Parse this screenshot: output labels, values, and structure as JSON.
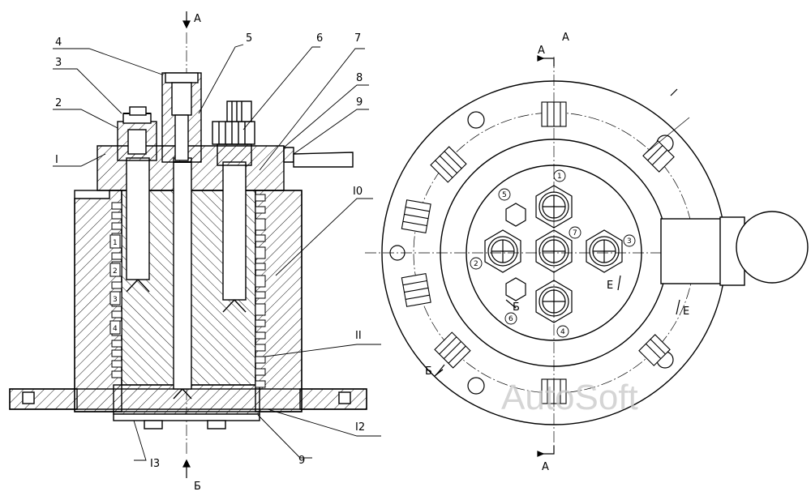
{
  "section_view": {
    "view_marks": [
      "А",
      "Б"
    ],
    "callouts": [
      "4",
      "3",
      "2",
      "I",
      "5",
      "6",
      "7",
      "8",
      "9",
      "I0",
      "II",
      "I2",
      "9",
      "I3"
    ],
    "slot_numbers": [
      "1",
      "2",
      "3",
      "4"
    ]
  },
  "plan_view": {
    "view_marks": [
      "А",
      "А",
      "А",
      "Б",
      "Е",
      "Е",
      "Б"
    ],
    "port_numbers": [
      "1",
      "2",
      "3",
      "4",
      "5",
      "6",
      "7"
    ]
  },
  "watermark": "AutoSoft"
}
